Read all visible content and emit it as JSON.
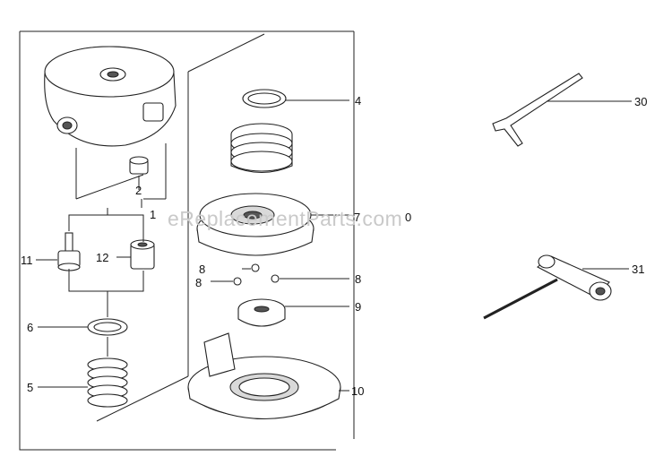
{
  "watermark": "eReplacementParts.com",
  "callouts": {
    "p1": "1",
    "p2": "2",
    "p4": "4",
    "p5": "5",
    "p6": "6",
    "p7": "7",
    "p0": "0",
    "p8a": "8",
    "p8b": "8",
    "p8c": "8",
    "p9": "9",
    "p10": "10",
    "p11": "11",
    "p12": "12",
    "p30": "30",
    "p31": "31"
  }
}
